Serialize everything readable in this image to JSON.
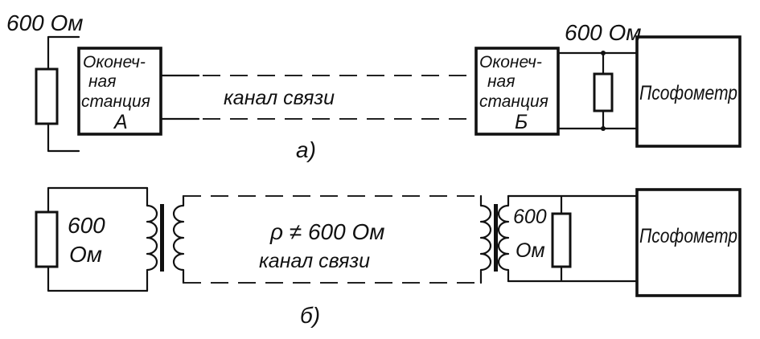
{
  "diagram_a": {
    "left_resistor_label": "600 Ом",
    "right_resistor_label": "600 Ом",
    "station_a": {
      "lines": [
        "Оконеч-",
        "ная",
        "станция"
      ],
      "letter": "А"
    },
    "station_b": {
      "lines": [
        "Оконеч-",
        "ная",
        "станция"
      ],
      "letter": "Б"
    },
    "channel_label": "канал связи",
    "meter_label": "Псофометр",
    "caption": "а)"
  },
  "diagram_b": {
    "left_resistor_label": [
      "600",
      "Ом"
    ],
    "right_resistor_label": [
      "600",
      "Ом"
    ],
    "impedance_label": "ρ ≠ 600 Ом",
    "channel_label": "канал связи",
    "meter_label": "Псофометр",
    "caption": "б)"
  }
}
